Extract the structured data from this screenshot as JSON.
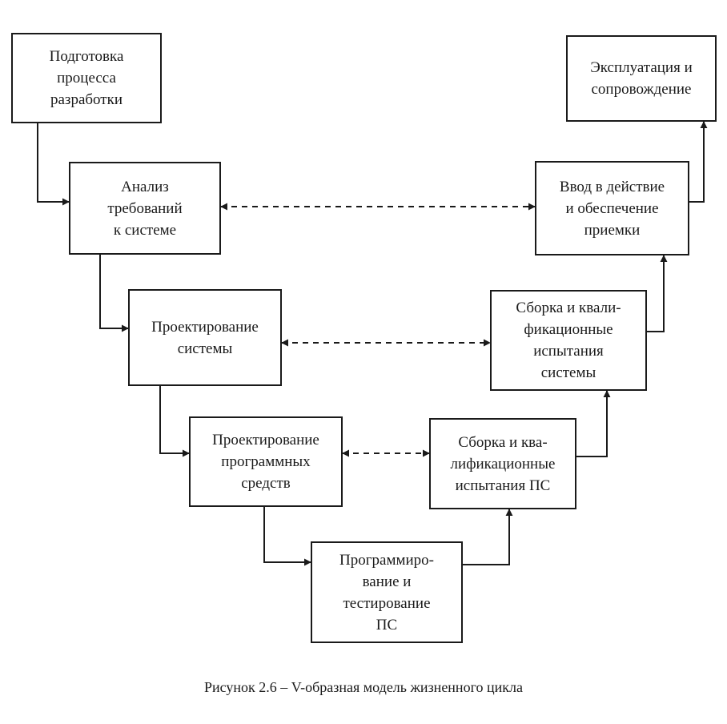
{
  "diagram": {
    "stages": {
      "prep": "Подготовка\nпроцесса\nразработки",
      "req_analysis": "Анализ\nтребований\nк системе",
      "sys_design": "Проектирование\nсистемы",
      "sw_design": "Проектирование\nпрограммных\nсредств",
      "coding": "Программиро-\nвание и\nтестирование\nПС",
      "sw_integration": "Сборка и ква-\nлификационные\nиспытания ПС",
      "sys_integration": "Сборка и квали-\nфикационные\nиспытания\nсистемы",
      "commissioning": "Ввод в действие\nи обеспечение\nприемки",
      "operation": "Эксплуатация и\nсопровождение"
    },
    "caption": "Рисунок 2.6 – V-образная модель жизненного цикла",
    "colors": {
      "ink": "#1a1a1a",
      "background": "#ffffff"
    }
  }
}
